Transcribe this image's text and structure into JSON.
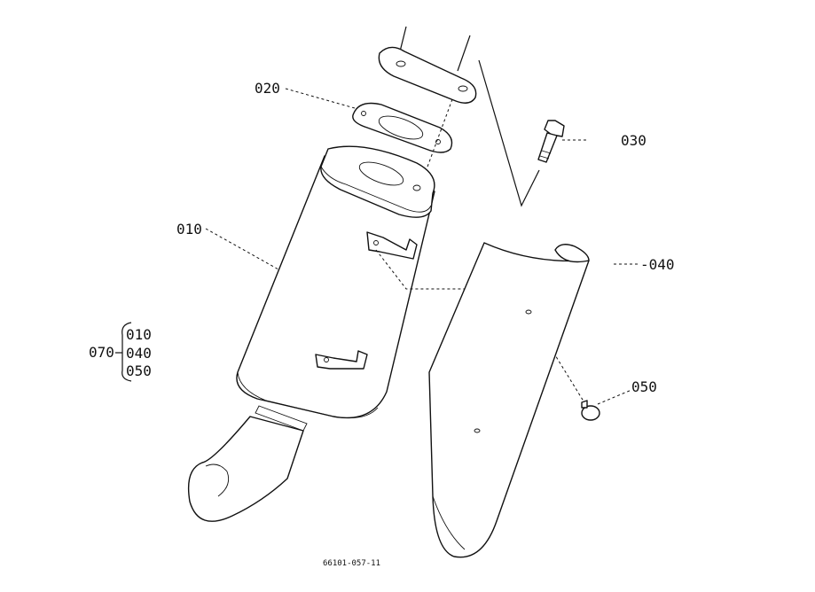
{
  "parts": {
    "muffler": "010",
    "gasket": "020",
    "bolt": "030",
    "cover": "-040",
    "screw": "050"
  },
  "assembly": {
    "number": "070",
    "members": [
      "010",
      "040",
      "050"
    ]
  },
  "drawing_code": "66101-057-11"
}
